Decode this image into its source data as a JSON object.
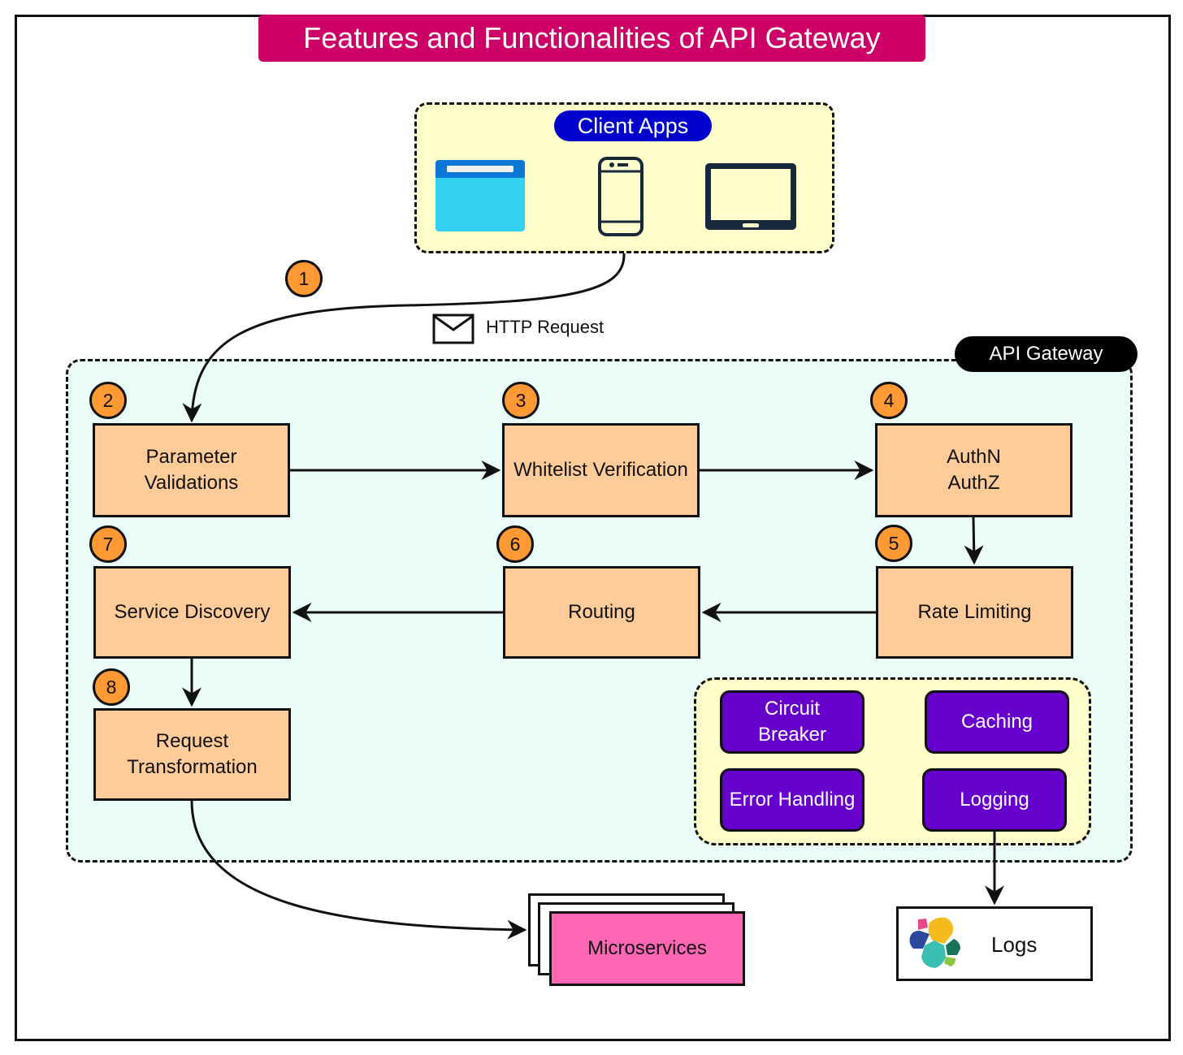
{
  "title": "Features and Functionalities of API Gateway",
  "client_apps": {
    "label": "Client Apps",
    "devices": [
      {
        "name": "browser-window",
        "icon": "browser-window-icon"
      },
      {
        "name": "smartphone",
        "icon": "smartphone-icon"
      },
      {
        "name": "tablet",
        "icon": "tablet-icon"
      }
    ]
  },
  "request": {
    "step": "1",
    "label": "HTTP Request",
    "icon": "envelope-icon"
  },
  "gateway": {
    "label": "API Gateway",
    "steps": [
      {
        "number": "2",
        "label": "Parameter\nValidations"
      },
      {
        "number": "3",
        "label": "Whitelist Verification"
      },
      {
        "number": "4",
        "label": "AuthN\nAuthZ"
      },
      {
        "number": "5",
        "label": "Rate Limiting"
      },
      {
        "number": "6",
        "label": "Routing"
      },
      {
        "number": "7",
        "label": "Service Discovery"
      },
      {
        "number": "8",
        "label": "Request\nTransformation"
      }
    ],
    "cross_cutting": [
      {
        "label": "Circuit\nBreaker"
      },
      {
        "label": "Caching"
      },
      {
        "label": "Error Handling"
      },
      {
        "label": "Logging"
      }
    ]
  },
  "targets": {
    "microservices": "Microservices",
    "logs": "Logs",
    "logs_icon": "elastic-logo-icon"
  },
  "colors": {
    "title_bg": "#cc0066",
    "client_pill": "#0000cc",
    "client_area": "#ffffcc",
    "gateway_area": "#ebfdf8",
    "step_fill": "#ffcc99",
    "badge_fill": "#ff9933",
    "aux_fill": "#6600cc",
    "microservices_fill": "#ff66b3"
  }
}
